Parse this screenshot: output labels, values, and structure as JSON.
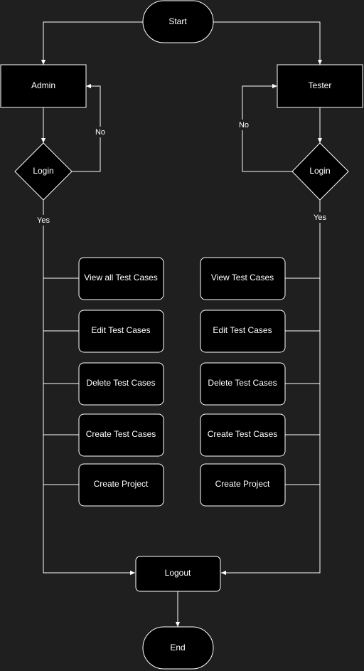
{
  "diagram": {
    "nodes": {
      "start": "Start",
      "admin": "Admin",
      "tester": "Tester",
      "admin_login": "Login",
      "tester_login": "Login",
      "admin_view": "View all Test Cases",
      "admin_edit": "Edit Test Cases",
      "admin_delete": "Delete Test Cases",
      "admin_create_cases": "Create Test Cases",
      "admin_create_project": "Create Project",
      "tester_view": "View Test Cases",
      "tester_edit": "Edit Test Cases",
      "tester_delete": "Delete Test Cases",
      "tester_create_cases": "Create Test Cases",
      "tester_create_project": "Create Project",
      "logout": "Logout",
      "end": "End"
    },
    "edge_labels": {
      "admin_no": "No",
      "admin_yes": "Yes",
      "tester_no": "No",
      "tester_yes": "Yes"
    }
  }
}
